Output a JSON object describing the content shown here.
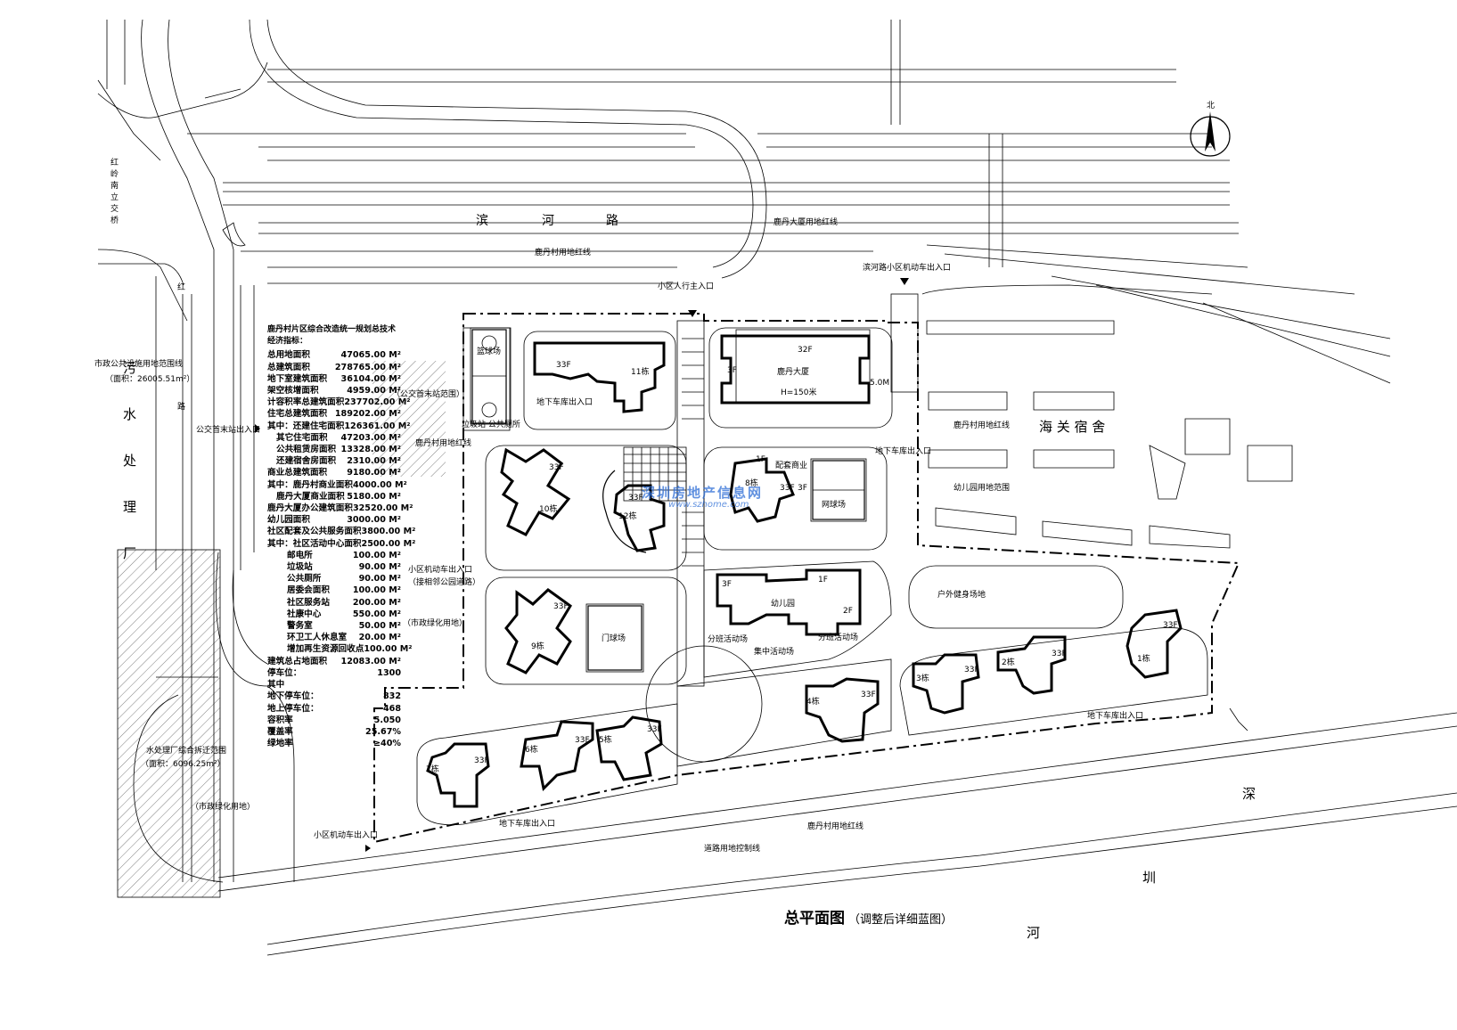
{
  "title": "总平面图",
  "subtitle": "（调整后详细蓝图）",
  "north_label": "北",
  "roads": {
    "binhe_road": [
      "滨",
      "河",
      "路"
    ],
    "west_road": [
      "红",
      "路"
    ],
    "shenzhen_river": [
      "深",
      "圳",
      "河"
    ],
    "sewage_plant": [
      "污",
      "水",
      "处",
      "理",
      "厂"
    ],
    "west_vertical": [
      "红",
      "岭",
      "南",
      "立",
      "交",
      "桥"
    ]
  },
  "labels": {
    "lu_dan_village_red_line_top": "鹿丹村用地红线",
    "lu_dan_tower_red_line": "鹿丹大厦用地红线",
    "pedestrian_main_entrance": "小区人行主入口",
    "binhe_vehicle_entrance": "滨河路小区机动车出入口",
    "municipal_facility_range": "市政公共设施用地范围线",
    "municipal_facility_area": "（面积：26005.51m²）",
    "bus_terminal_entrance": "公交首末站出入口",
    "bus_terminal_range": "（公交首末站范围）",
    "village_red_line_mid": "鹿丹村用地红线",
    "refuse_toilet": "垃圾站 公共厕所",
    "vehicle_entrance_east": "小区机动车出入口",
    "vehicle_entrance_east_note": "（接相邻公园道路）",
    "municipal_green": "（市政绿化用地）",
    "sewage_demolition_range": "水处理厂综合拆迁范围",
    "sewage_demolition_area": "（面积：6096.25m²）",
    "municipal_green_2": "（市政绿化用地）",
    "vehicle_entrance_south": "小区机动车出入口",
    "underground_entrance_1": "地下车库出入口",
    "underground_entrance_2": "地下车库出入口",
    "underground_entrance_3": "地下车库出入口",
    "underground_entrance_4": "地下车库出入口",
    "village_red_line_east": "鹿丹村用地红线",
    "kindergarten_range": "幼儿园用地范围",
    "customs_dorm": "海 关 宿 舍",
    "outdoor_fitness": "户外健身场地",
    "village_red_line_south": "鹿丹村用地红线",
    "road_control_line": "道路用地控制线",
    "basketball": "篮球场",
    "tennis": "网球场",
    "door_ball": "门球场",
    "commercial": "配套商业",
    "kindergarten": "幼儿园",
    "activity_1": "分班活动场",
    "activity_2": "集中活动场",
    "activity_3": "分班活动场",
    "tower_name": "鹿丹大厦",
    "tower_height": "H=150米",
    "tower_floors": "32F",
    "tower_side": "3F",
    "tower_dim": "5.0M"
  },
  "buildings": [
    {
      "name": "11栋",
      "floors": "33F"
    },
    {
      "name": "10栋",
      "floors": "33F"
    },
    {
      "name": "12栋",
      "floors": "33F"
    },
    {
      "name": "8栋",
      "floors": "33F"
    },
    {
      "name": "9栋",
      "floors": "33F"
    },
    {
      "name": "7栋",
      "floors": "33F"
    },
    {
      "name": "6栋",
      "floors": "33F"
    },
    {
      "name": "5栋",
      "floors": "33F"
    },
    {
      "name": "4栋",
      "floors": "33F"
    },
    {
      "name": "3栋",
      "floors": "33F"
    },
    {
      "name": "2栋",
      "floors": "33F"
    },
    {
      "name": "1栋",
      "floors": "33F"
    }
  ],
  "kindergarten_floors": [
    "3F",
    "1F",
    "2F"
  ],
  "commercial_floors": [
    "1F",
    "3F"
  ],
  "indicators": {
    "title": "鹿丹村片区综合改造统一规划总技术经济指标：",
    "rows": [
      {
        "label": "总用地面积",
        "value": "47065.00 M²",
        "indent": 0
      },
      {
        "label": "总建筑面积",
        "value": "278765.00 M²",
        "indent": 0
      },
      {
        "label": "地下室建筑面积",
        "value": "36104.00 M²",
        "indent": 0
      },
      {
        "label": "架空核增面积",
        "value": "4959.00 M²",
        "indent": 0
      },
      {
        "label": "计容积率总建筑面积",
        "value": "237702.00 M²",
        "indent": 0
      },
      {
        "label": "住宅总建筑面积",
        "value": "189202.00 M²",
        "indent": 0
      },
      {
        "label": "其中：还建住宅面积",
        "value": "126361.00 M²",
        "indent": 0
      },
      {
        "label": "其它住宅面积",
        "value": "47203.00 M²",
        "indent": 1
      },
      {
        "label": "公共租赁房面积",
        "value": "13328.00 M²",
        "indent": 1
      },
      {
        "label": "还建宿舍房面积",
        "value": "2310.00 M²",
        "indent": 1
      },
      {
        "label": "商业总建筑面积",
        "value": "9180.00 M²",
        "indent": 0
      },
      {
        "label": "其中：鹿丹村商业面积",
        "value": "4000.00 M²",
        "indent": 0
      },
      {
        "label": "鹿丹大厦商业面积",
        "value": "5180.00 M²",
        "indent": 1
      },
      {
        "label": "鹿丹大厦办公建筑面积",
        "value": "32520.00 M²",
        "indent": 0
      },
      {
        "label": "幼儿园面积",
        "value": "3000.00 M²",
        "indent": 0
      },
      {
        "label": "社区配套及公共服务面积",
        "value": "3800.00 M²",
        "indent": 0
      },
      {
        "label": "其中：社区活动中心面积",
        "value": "2500.00 M²",
        "indent": 0
      },
      {
        "label": "邮电所",
        "value": "100.00 M²",
        "indent": 2
      },
      {
        "label": "垃圾站",
        "value": "90.00 M²",
        "indent": 2
      },
      {
        "label": "公共厕所",
        "value": "90.00 M²",
        "indent": 2
      },
      {
        "label": "居委会面积",
        "value": "100.00 M²",
        "indent": 2
      },
      {
        "label": "社区服务站",
        "value": "200.00 M²",
        "indent": 2
      },
      {
        "label": "社康中心",
        "value": "550.00 M²",
        "indent": 2
      },
      {
        "label": "警务室",
        "value": "50.00 M²",
        "indent": 2
      },
      {
        "label": "环卫工人休息室",
        "value": "20.00 M²",
        "indent": 2
      },
      {
        "label": "增加再生资源回收点",
        "value": "100.00 M²",
        "indent": 2
      },
      {
        "label": "建筑总占地面积",
        "value": "12083.00 M²",
        "indent": 0
      },
      {
        "label": "停车位：",
        "value": "1300",
        "indent": 0
      },
      {
        "label": "其中",
        "value": "",
        "indent": 0
      },
      {
        "label": "地下停车位：",
        "value": "832",
        "indent": 0
      },
      {
        "label": "地上停车位：",
        "value": "468",
        "indent": 0
      },
      {
        "label": "容积率",
        "value": "5.050",
        "indent": 0
      },
      {
        "label": "覆盖率",
        "value": "25.67%",
        "indent": 0
      },
      {
        "label": "绿地率",
        "value": "≥40%",
        "indent": 0
      }
    ]
  },
  "watermark": {
    "cn": "深圳房地产信息网",
    "url": "www.szhome.com"
  }
}
